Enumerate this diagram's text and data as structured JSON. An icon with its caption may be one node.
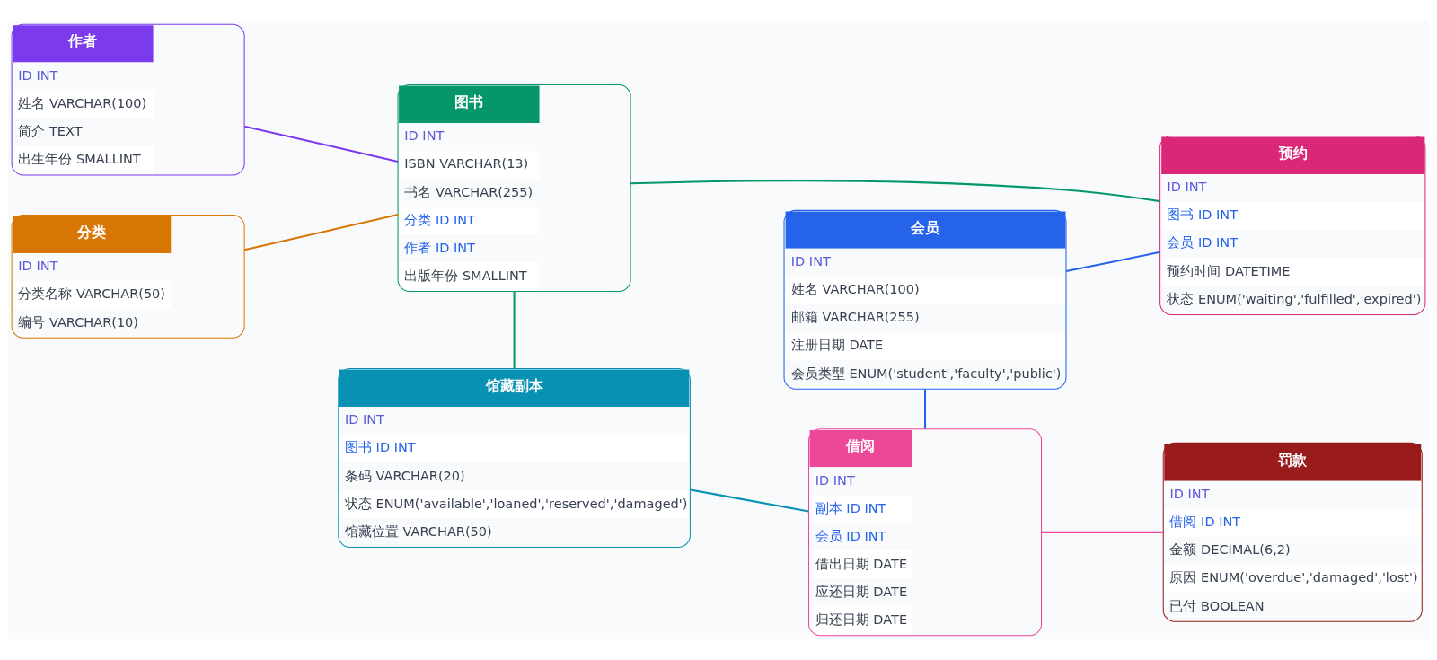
{
  "diagram": {
    "nodes": [
      {
        "text": [
          "作者",
          "ID INT",
          "姓名 VARCHAR(100)",
          "简介 TEXT",
          "出生年份 SMALLINT"
        ]
      },
      {
        "text": [
          "图书",
          "ID INT",
          "ISBN VARCHAR(13)",
          "书名 VARCHAR(255)",
          "分类 ID INT",
          "作者 ID INT",
          "出版年份 SMALLINT"
        ]
      },
      {
        "text": [
          "会员",
          "ID INT",
          "姓名 VARCHAR(100)",
          "邮箱 VARCHAR(255)",
          "注册日期 DATE",
          "会员类型 ENUM('student','faculty','public')"
        ]
      },
      {
        "text": [
          "预约",
          "ID INT",
          "图书 ID INT",
          "会员 ID INT",
          "预约时间 DATETIME",
          "状态 ENUM('waiting','fulfilled','expired')"
        ]
      },
      {
        "text": [
          "分类",
          "ID INT",
          "分类名称 VARCHAR(50)",
          "编号 VARCHAR(10)"
        ]
      },
      {
        "text": [
          "馆藏副本",
          "ID INT",
          "图书 ID INT",
          "条码 VARCHAR(20)",
          "状态 ENUM('available','loaned','reserved','damaged')",
          "馆藏位置 VARCHAR(50)"
        ]
      },
      {
        "text": [
          "借阅",
          "ID INT",
          "副本 ID INT",
          "会员 ID INT",
          "借出日期 DATE",
          "应还日期 DATE",
          "归还日期 DATE"
        ]
      },
      {
        "text": [
          "罚款",
          "ID INT",
          "借阅 ID INT",
          "金额 DECIMAL(6,2)",
          "原因 ENUM('overdue','damaged','lost')",
          "已付 BOOLEAN"
        ]
      }
    ],
    "edges": [
      {
        "from": 0,
        "to": 1,
        "arrow": "none",
        "color": "#7c3aed"
      },
      {
        "from": 4,
        "to": 1,
        "arrow": "none",
        "color": "#d97706"
      },
      {
        "from": 1,
        "to": 5,
        "arrow": "none",
        "color": "#059669"
      },
      {
        "from": 1,
        "to": 3,
        "arrow": "none",
        "color": "#059669"
      },
      {
        "from": 2,
        "to": 3,
        "arrow": "none",
        "color": "#2563eb"
      },
      {
        "from": 2,
        "to": 6,
        "arrow": "none",
        "color": "#2563eb"
      },
      {
        "from": 5,
        "to": 6,
        "arrow": "none",
        "color": "#0891b2"
      },
      {
        "from": 6,
        "to": 7,
        "arrow": "none",
        "color": "#ec4899"
      }
    ]
  }
}
